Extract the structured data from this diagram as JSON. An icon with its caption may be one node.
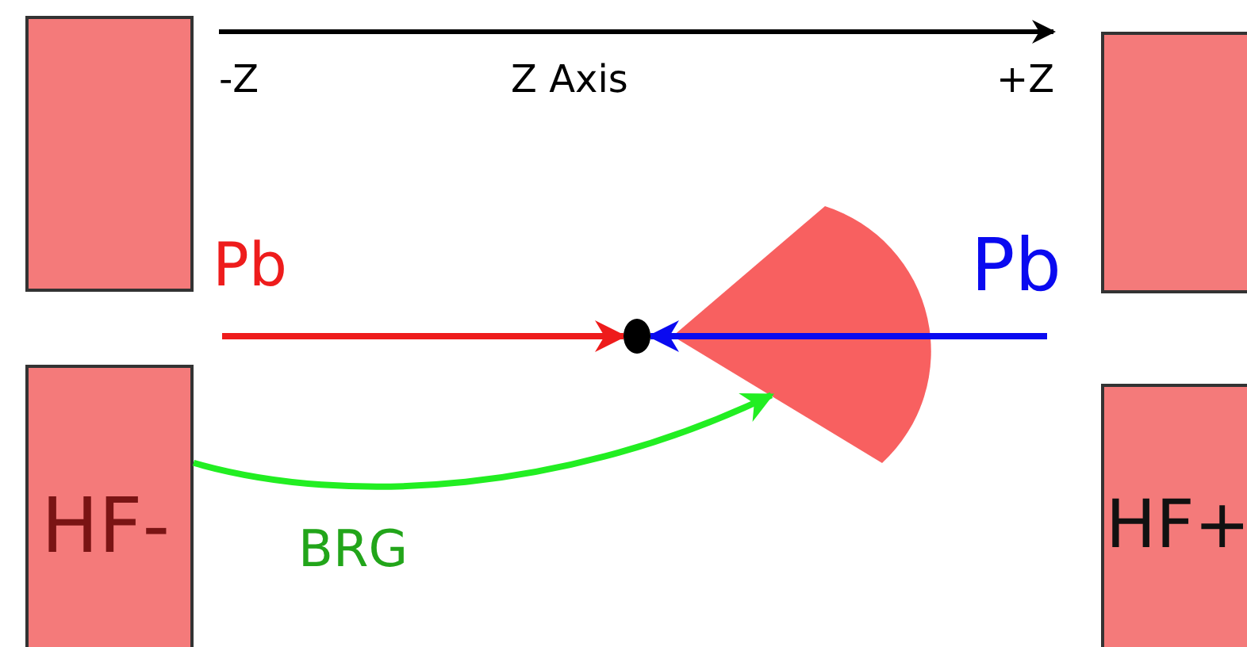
{
  "diagram": {
    "nodes": [
      {
        "text": [],
        "shape": "box"
      },
      {
        "text": [],
        "shape": "box"
      },
      {
        "text": [],
        "shape": "wedge"
      },
      {
        "text": [],
        "shape": "circle"
      },
      {
        "text": [
          "HF-"
        ]
      },
      {
        "text": [
          "HF+"
        ]
      }
    ],
    "edges": [
      {
        "from": null,
        "to": 3,
        "arrow": "to",
        "label": "Pb",
        "color": "#ee1c1c"
      },
      {
        "from": null,
        "to": 3,
        "arrow": "to",
        "label": "Pb",
        "color": "#0a0af0"
      },
      {
        "from": 4,
        "to": 2,
        "arrow": "to",
        "label": "BRG",
        "color": "#22ee22"
      }
    ],
    "labels": [
      "-Z",
      "Z Axis",
      "+Z"
    ]
  }
}
